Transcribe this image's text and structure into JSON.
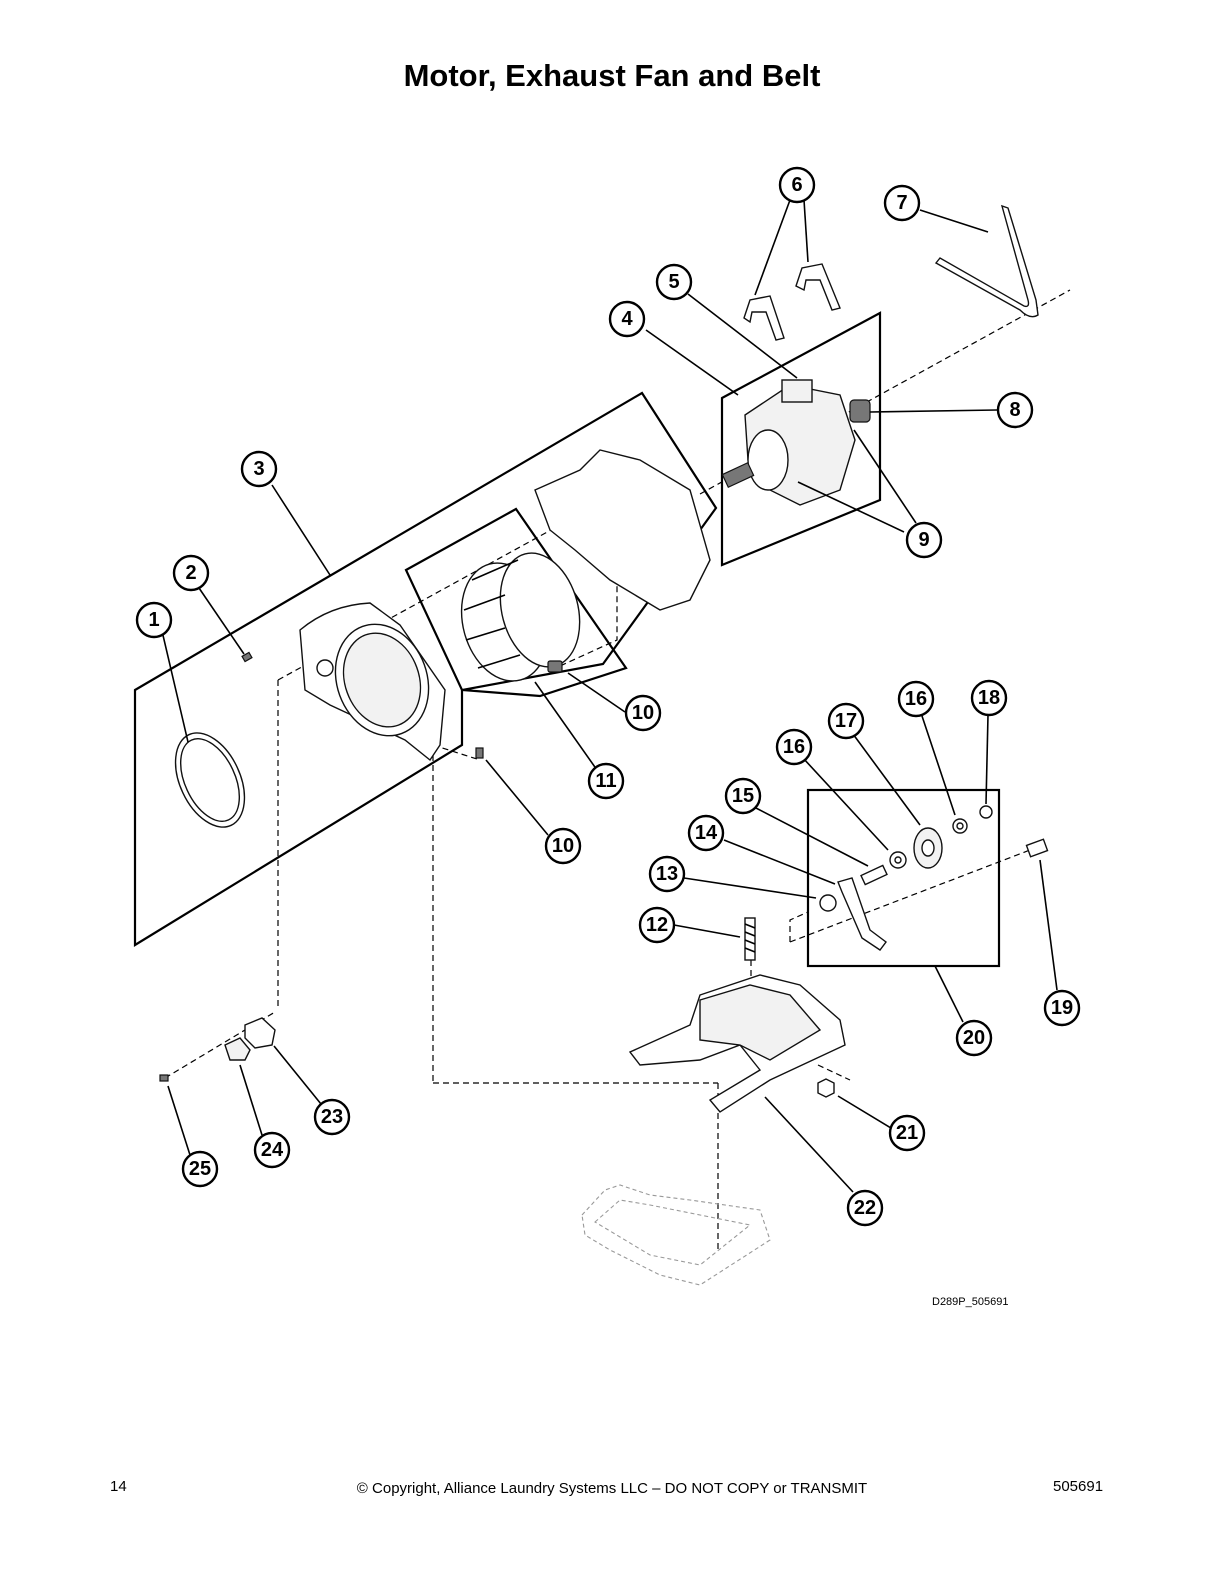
{
  "title": "Motor, Exhaust Fan and Belt",
  "callouts": [
    "1",
    "2",
    "3",
    "4",
    "5",
    "6",
    "7",
    "8",
    "9",
    "10",
    "10",
    "11",
    "12",
    "13",
    "14",
    "15",
    "16",
    "16",
    "17",
    "18",
    "19",
    "20",
    "21",
    "22",
    "23",
    "24",
    "25"
  ],
  "drawing_code": "D289P_505691",
  "footer": {
    "page_number": "14",
    "copyright": "© Copyright, Alliance Laundry Systems LLC – DO NOT COPY or TRANSMIT",
    "document_number": "505691"
  }
}
